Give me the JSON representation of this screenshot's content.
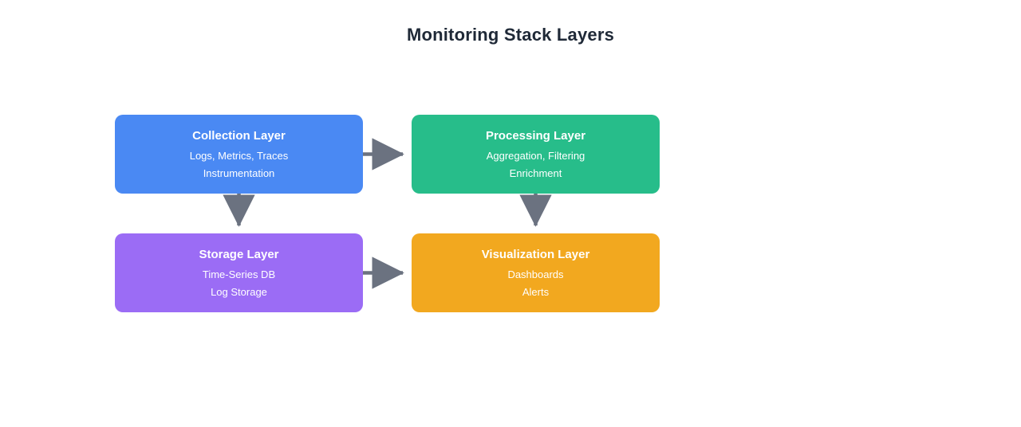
{
  "title": "Monitoring Stack Layers",
  "colors": {
    "title_text": "#1f2937",
    "collection": "#4a89f3",
    "processing": "#27bd8a",
    "storage": "#9b6cf5",
    "visualization": "#f2a81f",
    "arrow": "#6b7280",
    "node_text": "#ffffff",
    "background": "#ffffff"
  },
  "chart_data": {
    "type": "diagram",
    "title": "Monitoring Stack Layers",
    "layout": "2x2 grid, left-to-right then top-to-bottom flow",
    "nodes": [
      {
        "id": "collection",
        "title": "Collection Layer",
        "lines": [
          "Logs, Metrics, Traces",
          "Instrumentation"
        ],
        "color": "#4a89f3",
        "row": 1,
        "col": 1
      },
      {
        "id": "processing",
        "title": "Processing Layer",
        "lines": [
          "Aggregation, Filtering",
          "Enrichment"
        ],
        "color": "#27bd8a",
        "row": 1,
        "col": 2
      },
      {
        "id": "storage",
        "title": "Storage Layer",
        "lines": [
          "Time-Series DB",
          "Log Storage"
        ],
        "color": "#9b6cf5",
        "row": 2,
        "col": 1
      },
      {
        "id": "visualization",
        "title": "Visualization Layer",
        "lines": [
          "Dashboards",
          "Alerts"
        ],
        "color": "#f2a81f",
        "row": 2,
        "col": 2
      }
    ],
    "edges": [
      {
        "from": "collection",
        "to": "processing",
        "direction": "right",
        "label": ""
      },
      {
        "from": "collection",
        "to": "storage",
        "direction": "down",
        "label": ""
      },
      {
        "from": "processing",
        "to": "visualization",
        "direction": "down",
        "label": ""
      },
      {
        "from": "storage",
        "to": "visualization",
        "direction": "right",
        "label": ""
      }
    ]
  }
}
